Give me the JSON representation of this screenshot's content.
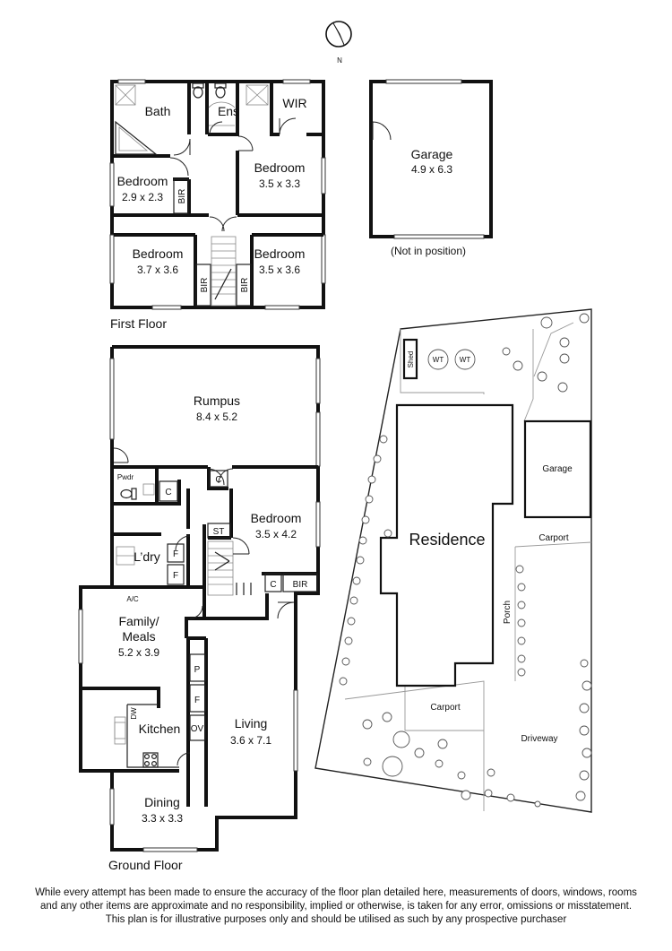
{
  "compass": {
    "north_label": "N"
  },
  "first_floor": {
    "title": "First Floor",
    "rooms": {
      "bath": {
        "name": "Bath"
      },
      "ens": {
        "name": "Ens"
      },
      "wir": {
        "name": "WIR"
      },
      "bed_nw": {
        "name": "Bedroom",
        "dims": "2.9 x 2.3"
      },
      "bed_ne": {
        "name": "Bedroom",
        "dims": "3.5 x 3.3"
      },
      "bed_sw": {
        "name": "Bedroom",
        "dims": "3.7 x 3.6"
      },
      "bed_se": {
        "name": "Bedroom",
        "dims": "3.5 x 3.6"
      },
      "bir_1": {
        "name": "BIR"
      },
      "bir_2": {
        "name": "BIR"
      },
      "bir_3": {
        "name": "BIR"
      }
    }
  },
  "garage": {
    "name": "Garage",
    "dims": "4.9 x 6.3",
    "note": "(Not in position)"
  },
  "ground_floor": {
    "title": "Ground Floor",
    "rooms": {
      "rumpus": {
        "name": "Rumpus",
        "dims": "8.4 x 5.2"
      },
      "pwdr": {
        "name": "Pwdr"
      },
      "c1": {
        "name": "C"
      },
      "c2": {
        "name": "C"
      },
      "c3": {
        "name": "C"
      },
      "bedroom": {
        "name": "Bedroom",
        "dims": "3.5 x 4.2"
      },
      "st": {
        "name": "ST"
      },
      "bir": {
        "name": "BIR"
      },
      "laundry": {
        "name": "L’dry"
      },
      "f1": {
        "name": "F"
      },
      "f2": {
        "name": "F"
      },
      "ac": {
        "name": "A/C"
      },
      "family": {
        "name": "Family/",
        "name2": "Meals",
        "dims": "5.2 x 3.9"
      },
      "p": {
        "name": "P"
      },
      "ov": {
        "name": "OV"
      },
      "dw": {
        "name": "DW"
      },
      "kitchen": {
        "name": "Kitchen"
      },
      "living": {
        "name": "Living",
        "dims": "3.6 x 7.1"
      },
      "dining": {
        "name": "Dining",
        "dims": "3.3 x 3.3"
      }
    }
  },
  "site_plan": {
    "shed": "Shed",
    "wt1": "WT",
    "wt2": "WT",
    "residence": "Residence",
    "garage": "Garage",
    "carport_east": "Carport",
    "porch": "Porch",
    "carport_front": "Carport",
    "driveway": "Driveway"
  },
  "disclaimer": [
    "While every attempt has been made to ensure the accuracy of the floor plan detailed here, measurements of doors, windows, rooms",
    "and any other items are approximate and no responsibility, implied or otherwise, is taken for any error, omissions or misstatement.",
    "This plan is for illustrative purposes only and should be utilised as such by any prospective purchaser"
  ]
}
